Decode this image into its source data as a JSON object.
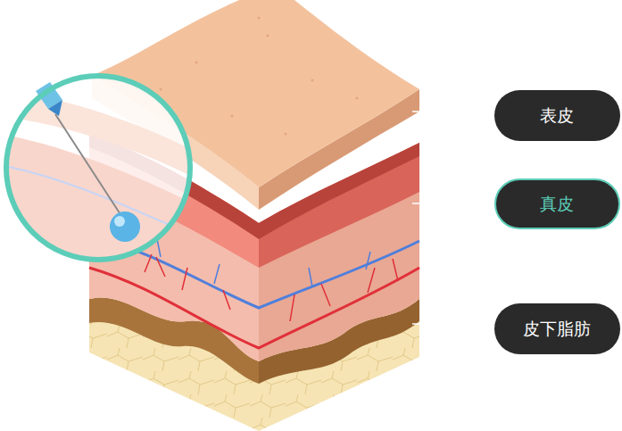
{
  "diagram": {
    "nodes": [
      {
        "text": [
          "表皮"
        ]
      },
      {
        "text": [
          "真皮"
        ]
      },
      {
        "text": [
          "皮下脂肪"
        ]
      }
    ]
  }
}
